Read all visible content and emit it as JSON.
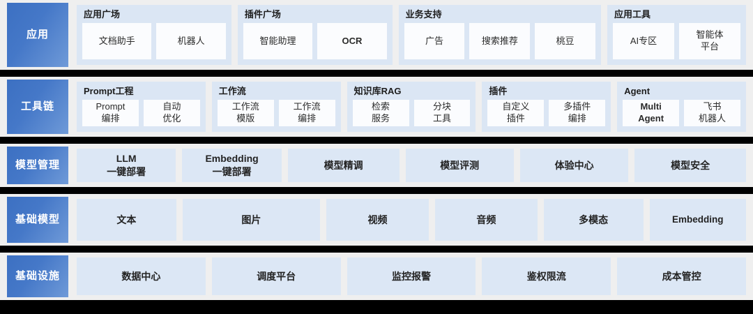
{
  "diagram": {
    "title": "AI platform layered architecture",
    "colors": {
      "layer_label_blue_dark": "#3c70c2",
      "layer_label_blue_light": "#6f9ad8",
      "group_panel": "#dbe6f4",
      "card_white": "#fbfcfe",
      "tile_blue": "#dce7f5",
      "band_background": "#efefef",
      "separator": "#000000"
    }
  },
  "layers": [
    {
      "label": "应用",
      "kind": "grouped",
      "groups": [
        {
          "title": "应用广场",
          "flex": 22.5,
          "items": [
            "文档助手",
            "机器人"
          ]
        },
        {
          "title": "插件广场",
          "flex": 22.5,
          "items": [
            "智能助理",
            "OCR"
          ]
        },
        {
          "title": "业务支持",
          "flex": 30,
          "items": [
            "广告",
            "搜索推荐",
            "桃豆"
          ]
        },
        {
          "title": "应用工具",
          "flex": 20,
          "items": [
            "AI专区",
            "智能体\n平台"
          ]
        }
      ]
    },
    {
      "label": "工具链",
      "kind": "grouped",
      "groups": [
        {
          "title": "Prompt工程",
          "flex": 20,
          "items": [
            "Prompt\n编排",
            "自动\n优化"
          ]
        },
        {
          "title": "工作流",
          "flex": 20,
          "items": [
            "工作流\n模版",
            "工作流\n编排"
          ]
        },
        {
          "title": "知识库RAG",
          "flex": 20,
          "items": [
            "检索\n服务",
            "分块\n工具"
          ]
        },
        {
          "title": "插件",
          "flex": 20,
          "items": [
            "自定义\n插件",
            "多插件\n编排"
          ]
        },
        {
          "title": "Agent",
          "flex": 20,
          "items": [
            "Multi\nAgent",
            "飞书\n机器人"
          ]
        }
      ]
    },
    {
      "label": "模型管理",
      "kind": "tiles",
      "tiles": [
        {
          "text": "LLM\n一键部署",
          "flex": 15.5
        },
        {
          "text": "Embedding\n一键部署",
          "flex": 15.5
        },
        {
          "text": "模型精调",
          "flex": 17.5
        },
        {
          "text": "模型评测",
          "flex": 17
        },
        {
          "text": "体验中心",
          "flex": 17
        },
        {
          "text": "模型安全",
          "flex": 17.5
        }
      ]
    },
    {
      "label": "基础模型",
      "kind": "tiles",
      "tiles": [
        {
          "text": "文本",
          "flex": 16
        },
        {
          "text": "图片",
          "flex": 22.5
        },
        {
          "text": "视频",
          "flex": 16.5
        },
        {
          "text": "音频",
          "flex": 16.5
        },
        {
          "text": "多模态",
          "flex": 16
        },
        {
          "text": "Embedding",
          "flex": 15.5
        }
      ]
    },
    {
      "label": "基础设施",
      "kind": "tiles",
      "tiles": [
        {
          "text": "数据中心",
          "flex": 20
        },
        {
          "text": "调度平台",
          "flex": 20
        },
        {
          "text": "监控报警",
          "flex": 20
        },
        {
          "text": "鉴权限流",
          "flex": 20
        },
        {
          "text": "成本管控",
          "flex": 20
        }
      ]
    }
  ]
}
